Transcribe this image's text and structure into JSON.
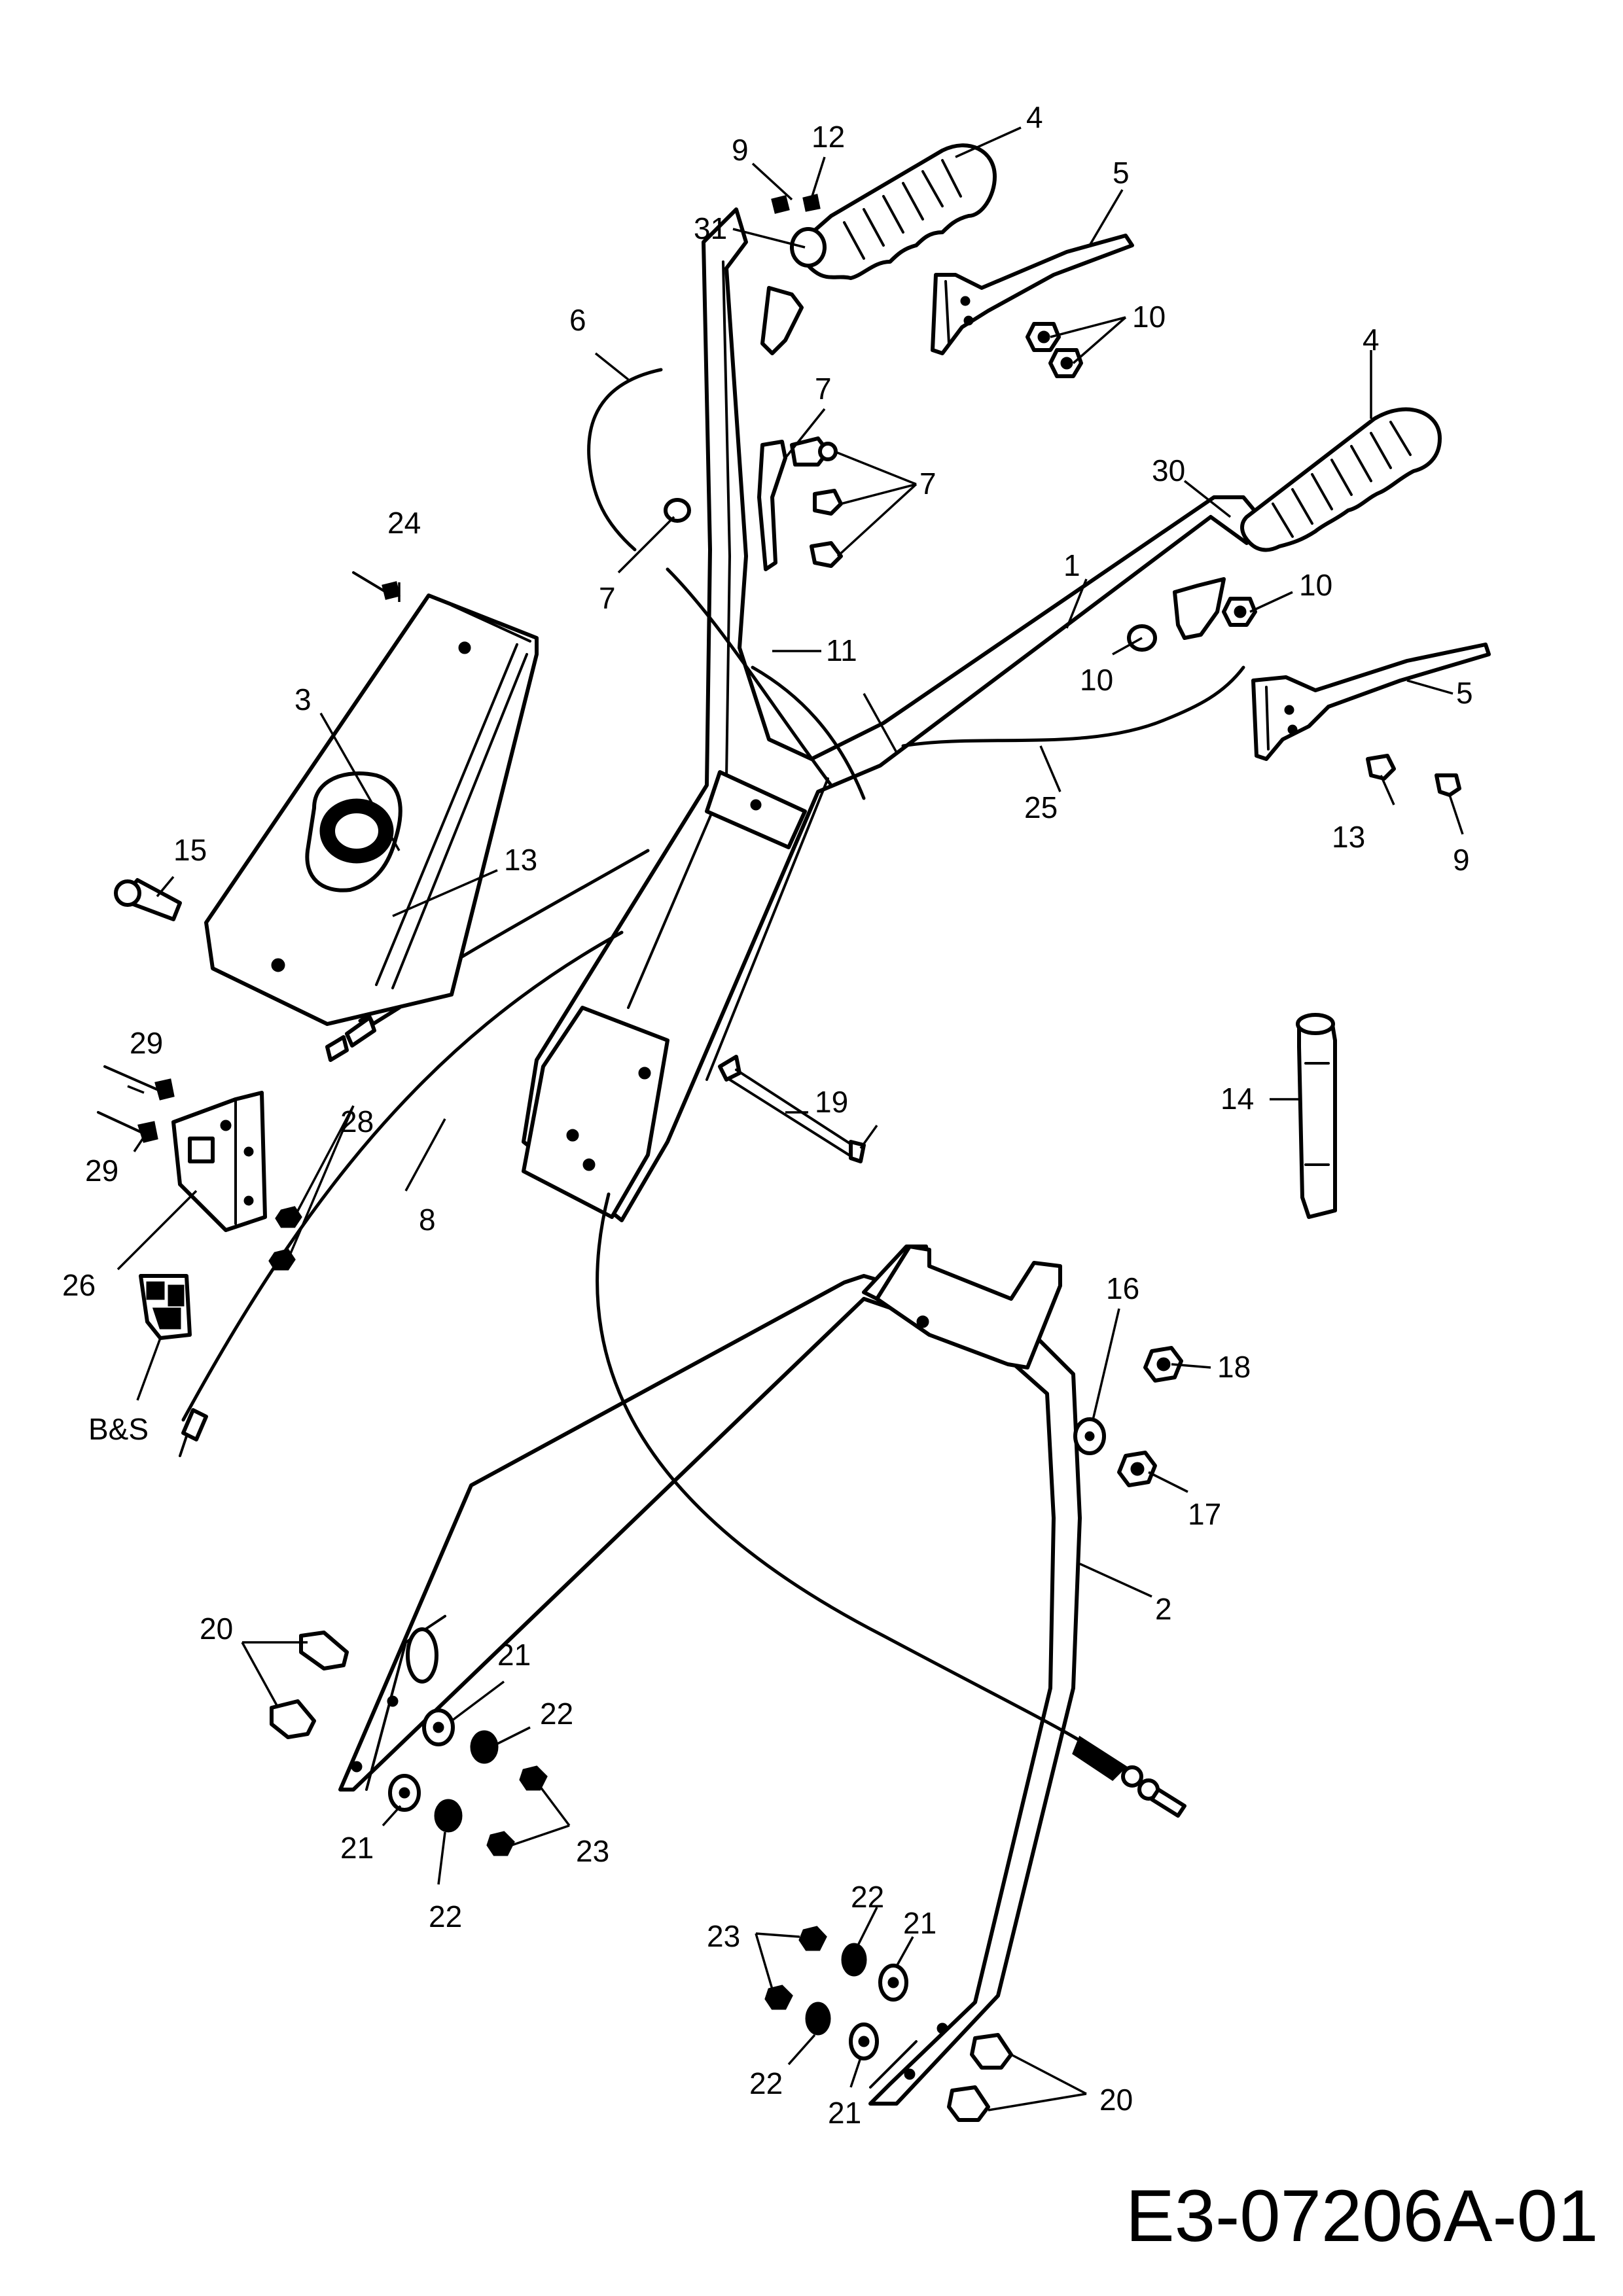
{
  "diagram": {
    "drawing_code": "E3-07206A-01",
    "labels": [
      "1",
      "2",
      "3",
      "4",
      "4",
      "5",
      "5",
      "6",
      "7",
      "7",
      "7",
      "8",
      "9",
      "9",
      "10",
      "10",
      "10",
      "11",
      "12",
      "13",
      "13",
      "14",
      "15",
      "16",
      "17",
      "18",
      "19",
      "20",
      "20",
      "21",
      "21",
      "21",
      "21",
      "22",
      "22",
      "22",
      "22",
      "23",
      "23",
      "24",
      "25",
      "26",
      "28",
      "29",
      "29",
      "30",
      "31",
      "B&S"
    ]
  },
  "colors": {
    "line": "#000000",
    "background": "#ffffff"
  }
}
